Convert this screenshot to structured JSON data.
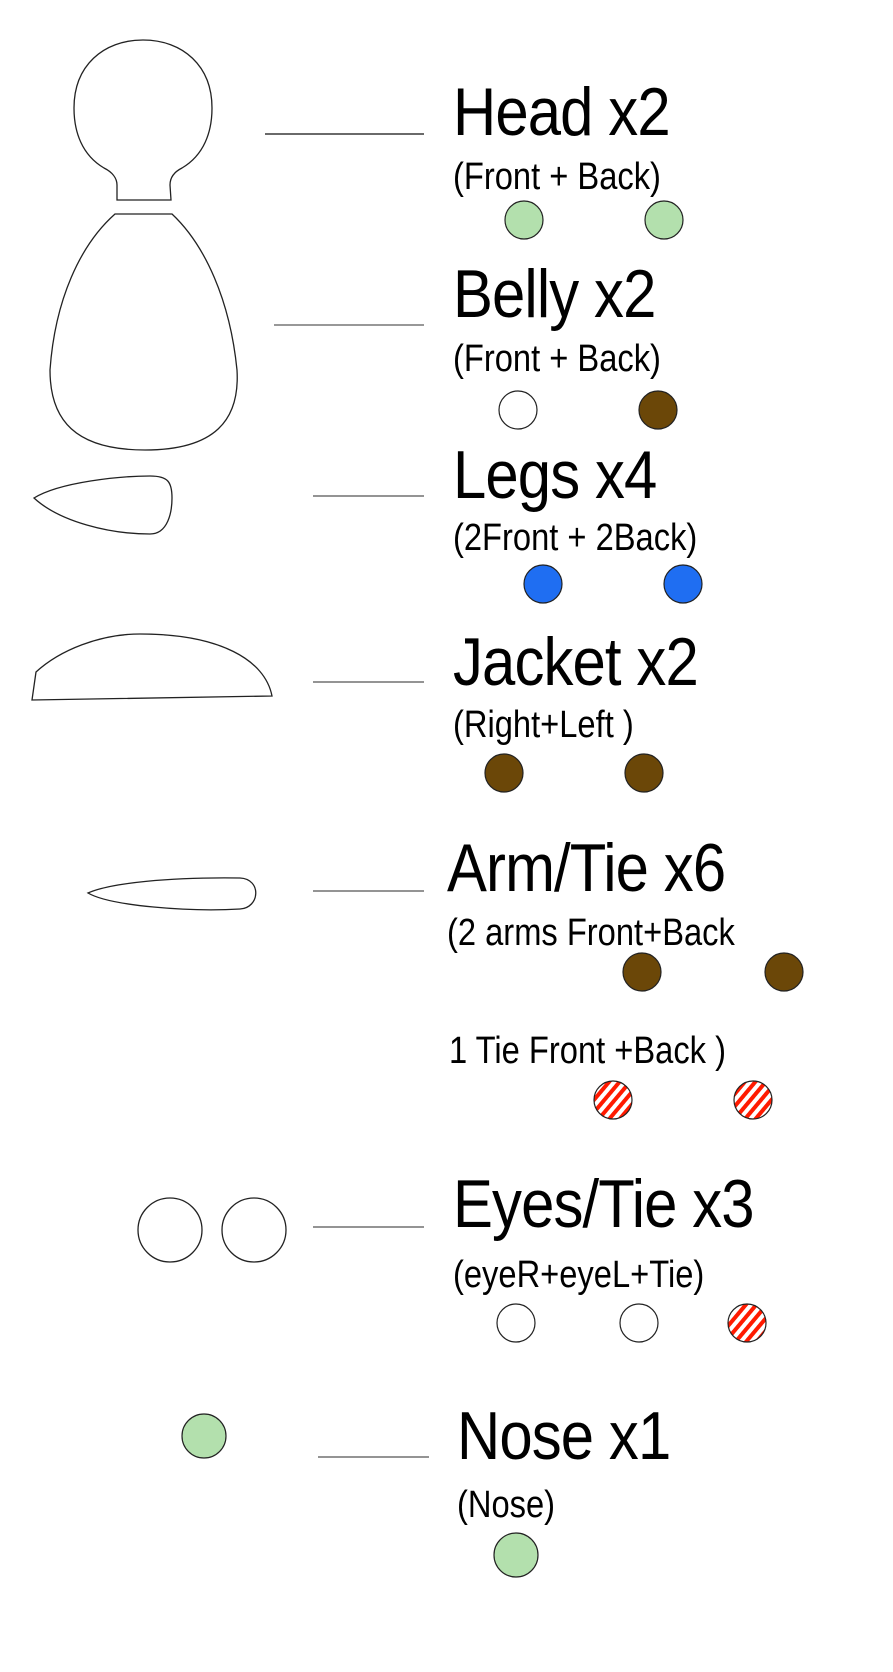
{
  "colors": {
    "light_green": "#b3e0ad",
    "brown": "#6b4708",
    "blue": "#1f6ef2",
    "white": "#ffffff",
    "stripe_red": "#ff1a00",
    "outline": "#222222"
  },
  "pieces": [
    {
      "name": "head",
      "title": "Head x2",
      "subtitle": "(Front + Back)",
      "swatches": [
        "light_green",
        "light_green"
      ]
    },
    {
      "name": "belly",
      "title": "Belly x2",
      "subtitle": "(Front + Back)",
      "swatches": [
        "white",
        "brown"
      ]
    },
    {
      "name": "legs",
      "title": "Legs x4",
      "subtitle": "(2Front + 2Back)",
      "swatches": [
        "blue",
        "blue"
      ]
    },
    {
      "name": "jacket",
      "title": "Jacket x2",
      "subtitle": "(Right+Left )",
      "swatches": [
        "brown",
        "brown"
      ]
    },
    {
      "name": "arm-tie",
      "title": "Arm/Tie x6",
      "subtitle": "(2 arms Front+Back",
      "subtitle2": "1 Tie Front +Back )",
      "swatches": [
        "brown",
        "brown"
      ],
      "swatches2": [
        "red-white-stripes",
        "red-white-stripes"
      ]
    },
    {
      "name": "eyes-tie",
      "title": "Eyes/Tie x3",
      "subtitle": "(eyeR+eyeL+Tie)",
      "swatches": [
        "white",
        "white",
        "red-white-stripes"
      ]
    },
    {
      "name": "nose",
      "title": "Nose x1",
      "subtitle": "(Nose)",
      "swatches": [
        "light_green"
      ]
    }
  ]
}
